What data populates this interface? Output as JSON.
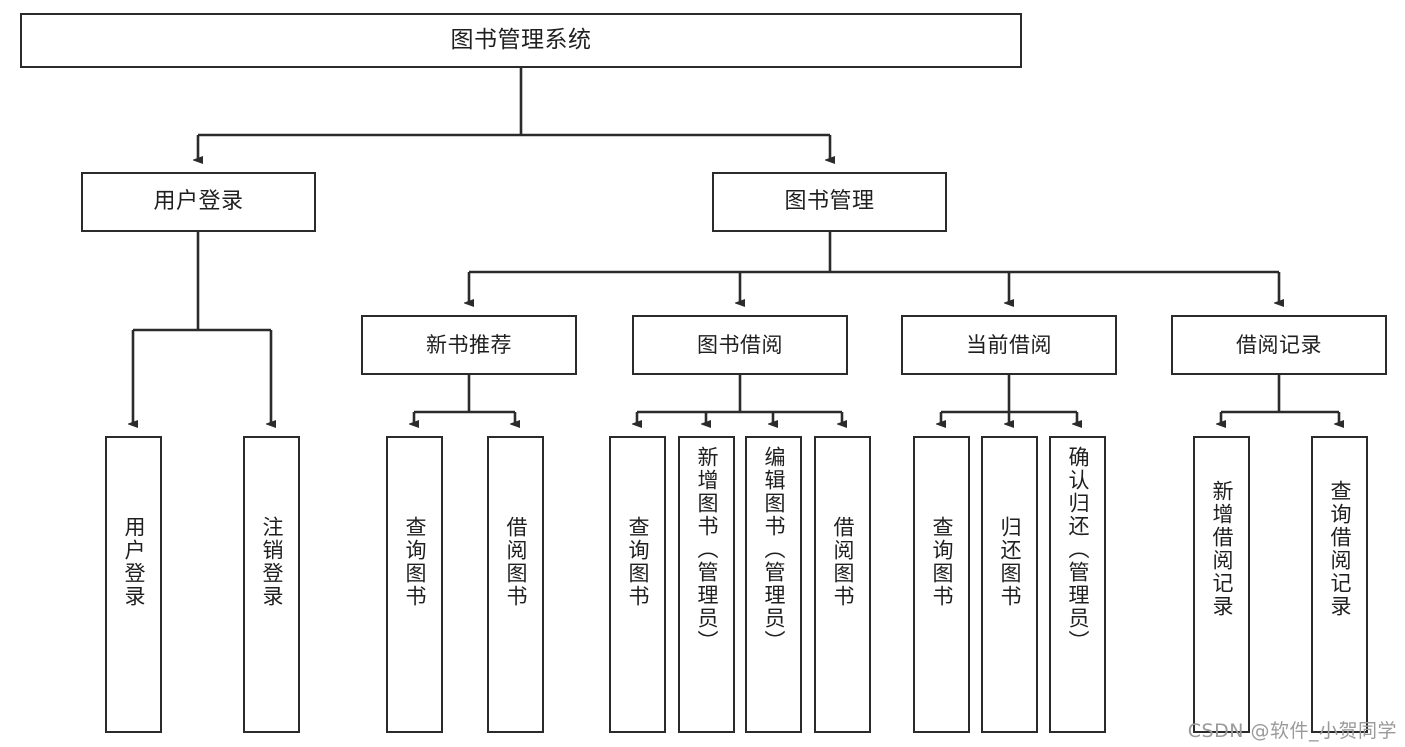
{
  "diagram": {
    "title": "图书管理系统",
    "type": "tree-hierarchy-diagram",
    "watermark": "CSDN @软件_小贺同学",
    "stroke_color": "#2b2b2b",
    "fill_color": "#ffffff",
    "text_color": "#1f1f1f"
  },
  "nodes": {
    "root": {
      "label": "图书管理系统"
    },
    "level2": [
      {
        "id": "user-login",
        "label": "用户登录"
      },
      {
        "id": "book-management",
        "label": "图书管理"
      }
    ],
    "level3": [
      {
        "id": "new-book-recommend",
        "label": "新书推荐"
      },
      {
        "id": "book-borrow",
        "label": "图书借阅"
      },
      {
        "id": "current-borrow",
        "label": "当前借阅"
      },
      {
        "id": "borrow-record",
        "label": "借阅记录"
      }
    ],
    "leaves": {
      "user_login": [
        {
          "id": "leaf-user-login",
          "label": "用户登录"
        },
        {
          "id": "leaf-logout-login",
          "label": "注销登录"
        }
      ],
      "new_book_recommend": [
        {
          "id": "leaf-query-book-1",
          "label": "查询图书"
        },
        {
          "id": "leaf-borrow-book-1",
          "label": "借阅图书"
        }
      ],
      "book_borrow": [
        {
          "id": "leaf-query-book-2",
          "label": "查询图书"
        },
        {
          "id": "leaf-add-book",
          "label": "新增图书（管理员）"
        },
        {
          "id": "leaf-edit-book",
          "label": "编辑图书（管理员）"
        },
        {
          "id": "leaf-borrow-book-2",
          "label": "借阅图书"
        }
      ],
      "current_borrow": [
        {
          "id": "leaf-query-book-3",
          "label": "查询图书"
        },
        {
          "id": "leaf-return-book",
          "label": "归还图书"
        },
        {
          "id": "leaf-confirm-return",
          "label": "确认归还（管理员）"
        }
      ],
      "borrow_record": [
        {
          "id": "leaf-add-record",
          "label": "新增借阅记录"
        },
        {
          "id": "leaf-query-record",
          "label": "查询借阅记录"
        }
      ]
    }
  }
}
